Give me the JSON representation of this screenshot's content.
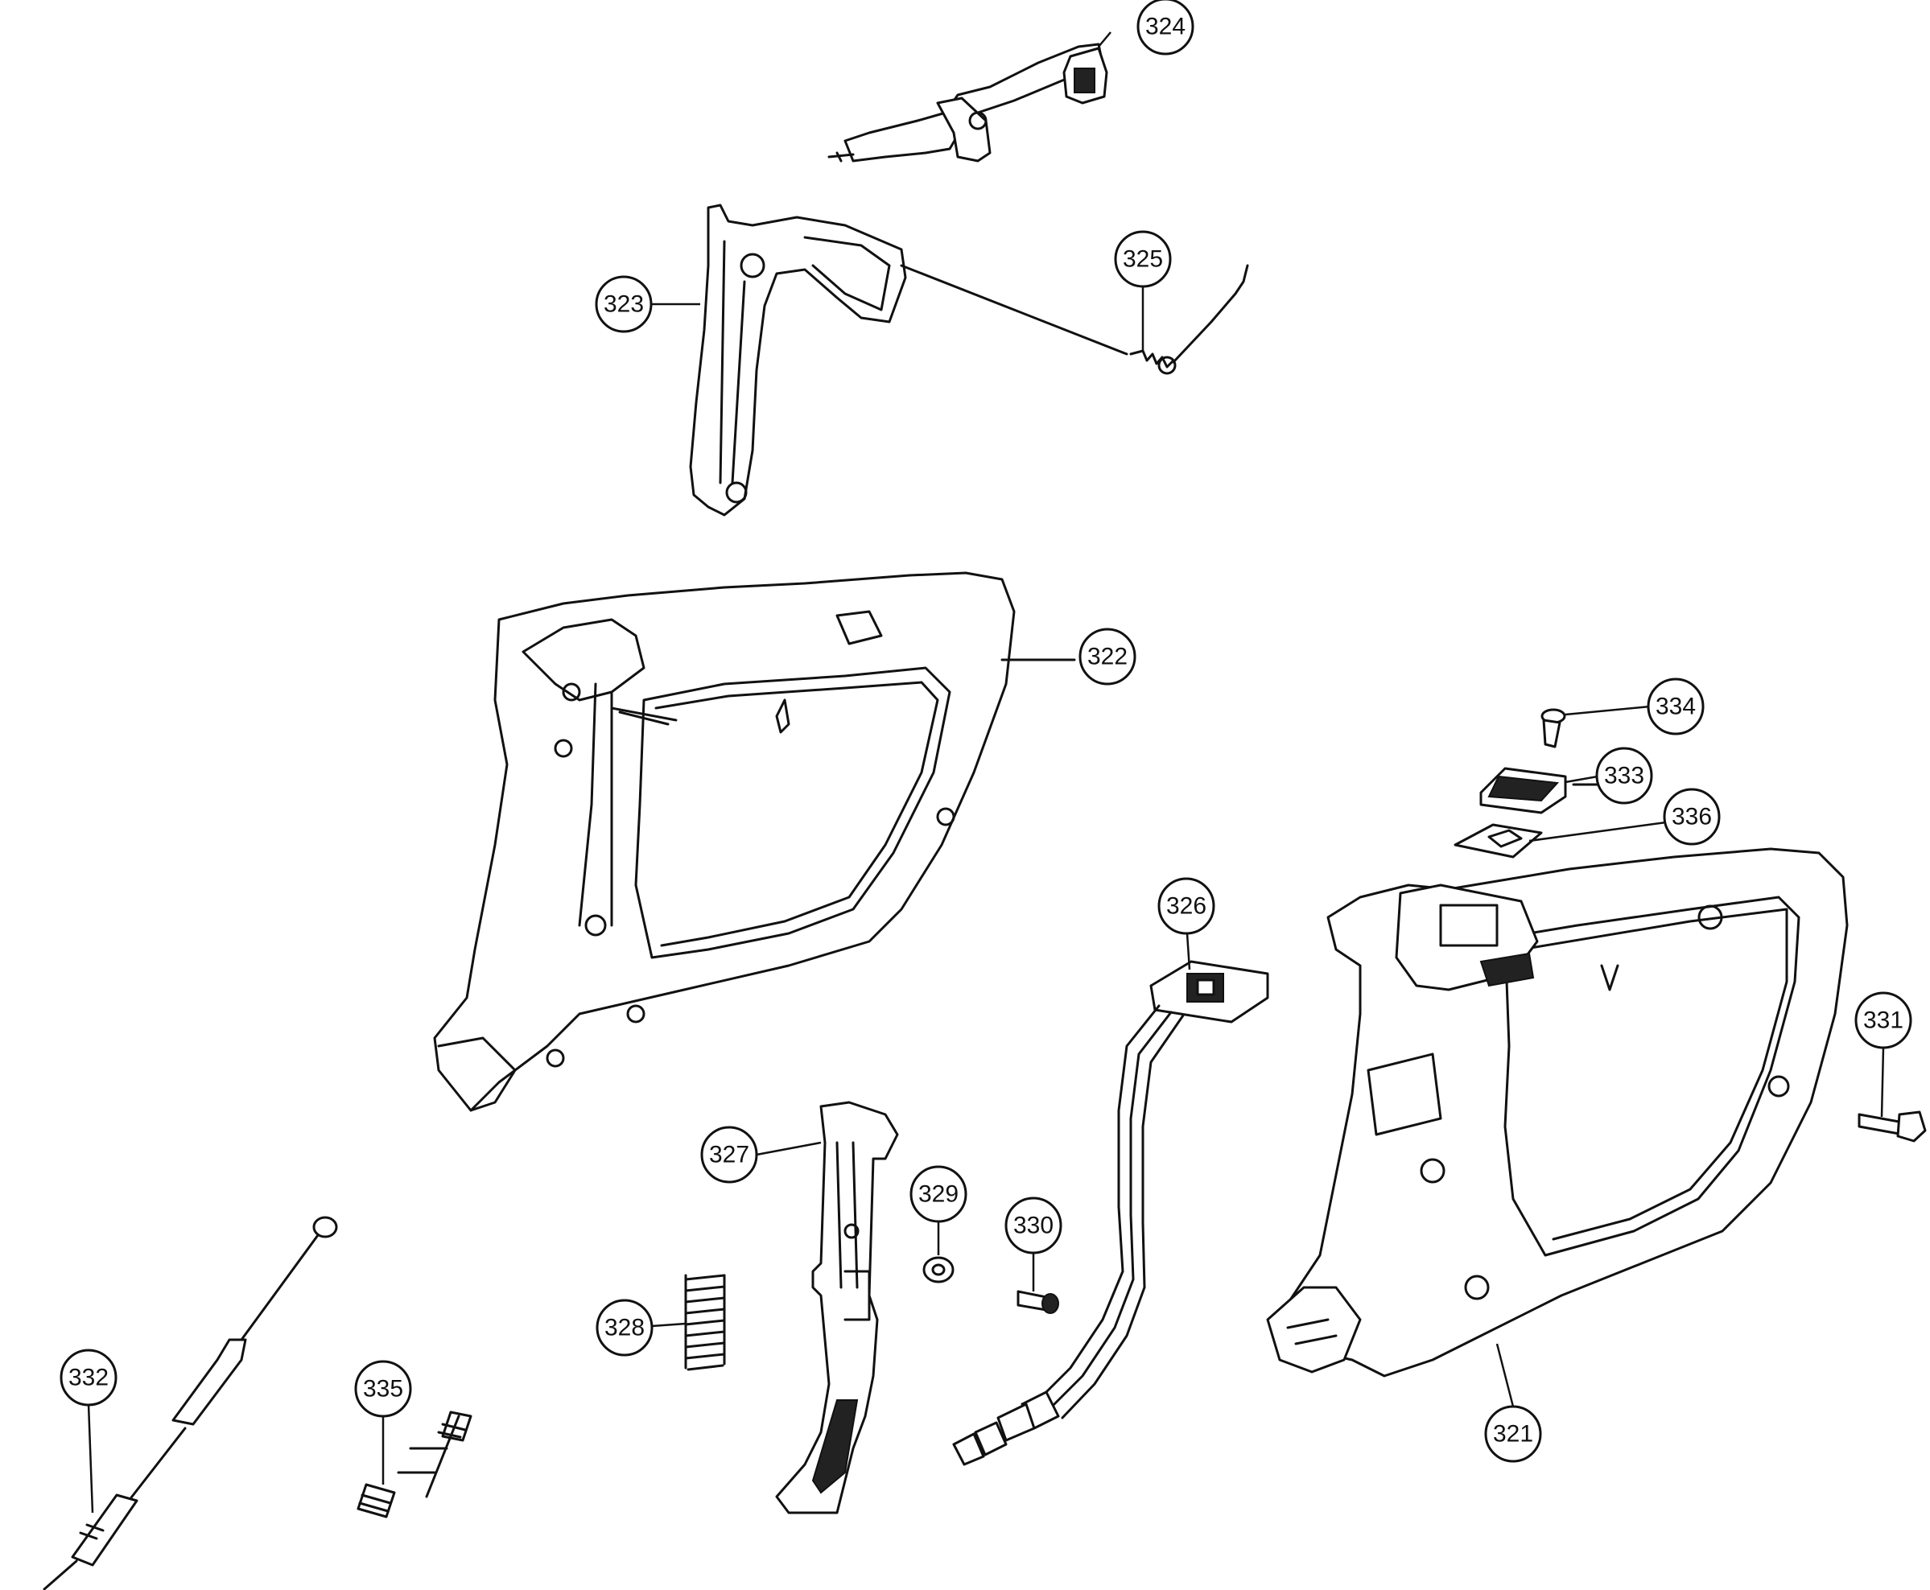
{
  "diagram": {
    "callouts": [
      {
        "id": "324",
        "label": "324"
      },
      {
        "id": "323",
        "label": "323"
      },
      {
        "id": "325",
        "label": "325"
      },
      {
        "id": "322",
        "label": "322"
      },
      {
        "id": "334",
        "label": "334"
      },
      {
        "id": "333",
        "label": "333"
      },
      {
        "id": "336",
        "label": "336"
      },
      {
        "id": "326",
        "label": "326"
      },
      {
        "id": "331",
        "label": "331"
      },
      {
        "id": "327",
        "label": "327"
      },
      {
        "id": "329",
        "label": "329"
      },
      {
        "id": "330",
        "label": "330"
      },
      {
        "id": "328",
        "label": "328"
      },
      {
        "id": "332",
        "label": "332"
      },
      {
        "id": "335",
        "label": "335"
      },
      {
        "id": "321",
        "label": "321"
      }
    ]
  }
}
